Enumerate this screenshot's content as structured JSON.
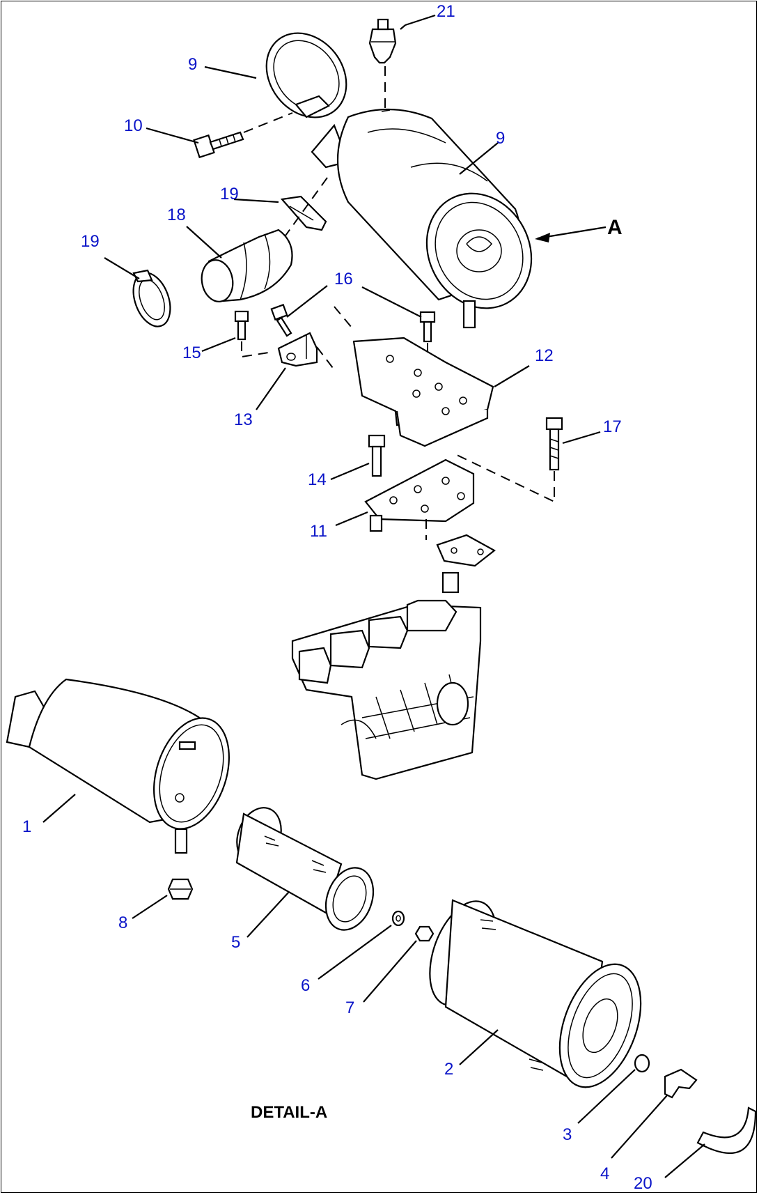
{
  "diagram": {
    "callouts": [
      {
        "id": "c1",
        "text": "1"
      },
      {
        "id": "c2",
        "text": "2"
      },
      {
        "id": "c3",
        "text": "3"
      },
      {
        "id": "c4",
        "text": "4"
      },
      {
        "id": "c5",
        "text": "5"
      },
      {
        "id": "c6",
        "text": "6"
      },
      {
        "id": "c7",
        "text": "7"
      },
      {
        "id": "c8",
        "text": "8"
      },
      {
        "id": "c9a",
        "text": "9"
      },
      {
        "id": "c9b",
        "text": "9"
      },
      {
        "id": "c10",
        "text": "10"
      },
      {
        "id": "c11",
        "text": "11"
      },
      {
        "id": "c12",
        "text": "12"
      },
      {
        "id": "c13",
        "text": "13"
      },
      {
        "id": "c14",
        "text": "14"
      },
      {
        "id": "c15",
        "text": "15"
      },
      {
        "id": "c16",
        "text": "16"
      },
      {
        "id": "c17",
        "text": "17"
      },
      {
        "id": "c18",
        "text": "18"
      },
      {
        "id": "c19a",
        "text": "19"
      },
      {
        "id": "c19b",
        "text": "19"
      },
      {
        "id": "c20",
        "text": "20"
      },
      {
        "id": "c21",
        "text": "21"
      }
    ],
    "detail_ref": "A",
    "detail_caption": "DETAIL-A",
    "colors": {
      "callout": "#0a14c8",
      "line": "#000000",
      "background": "#ffffff"
    }
  }
}
